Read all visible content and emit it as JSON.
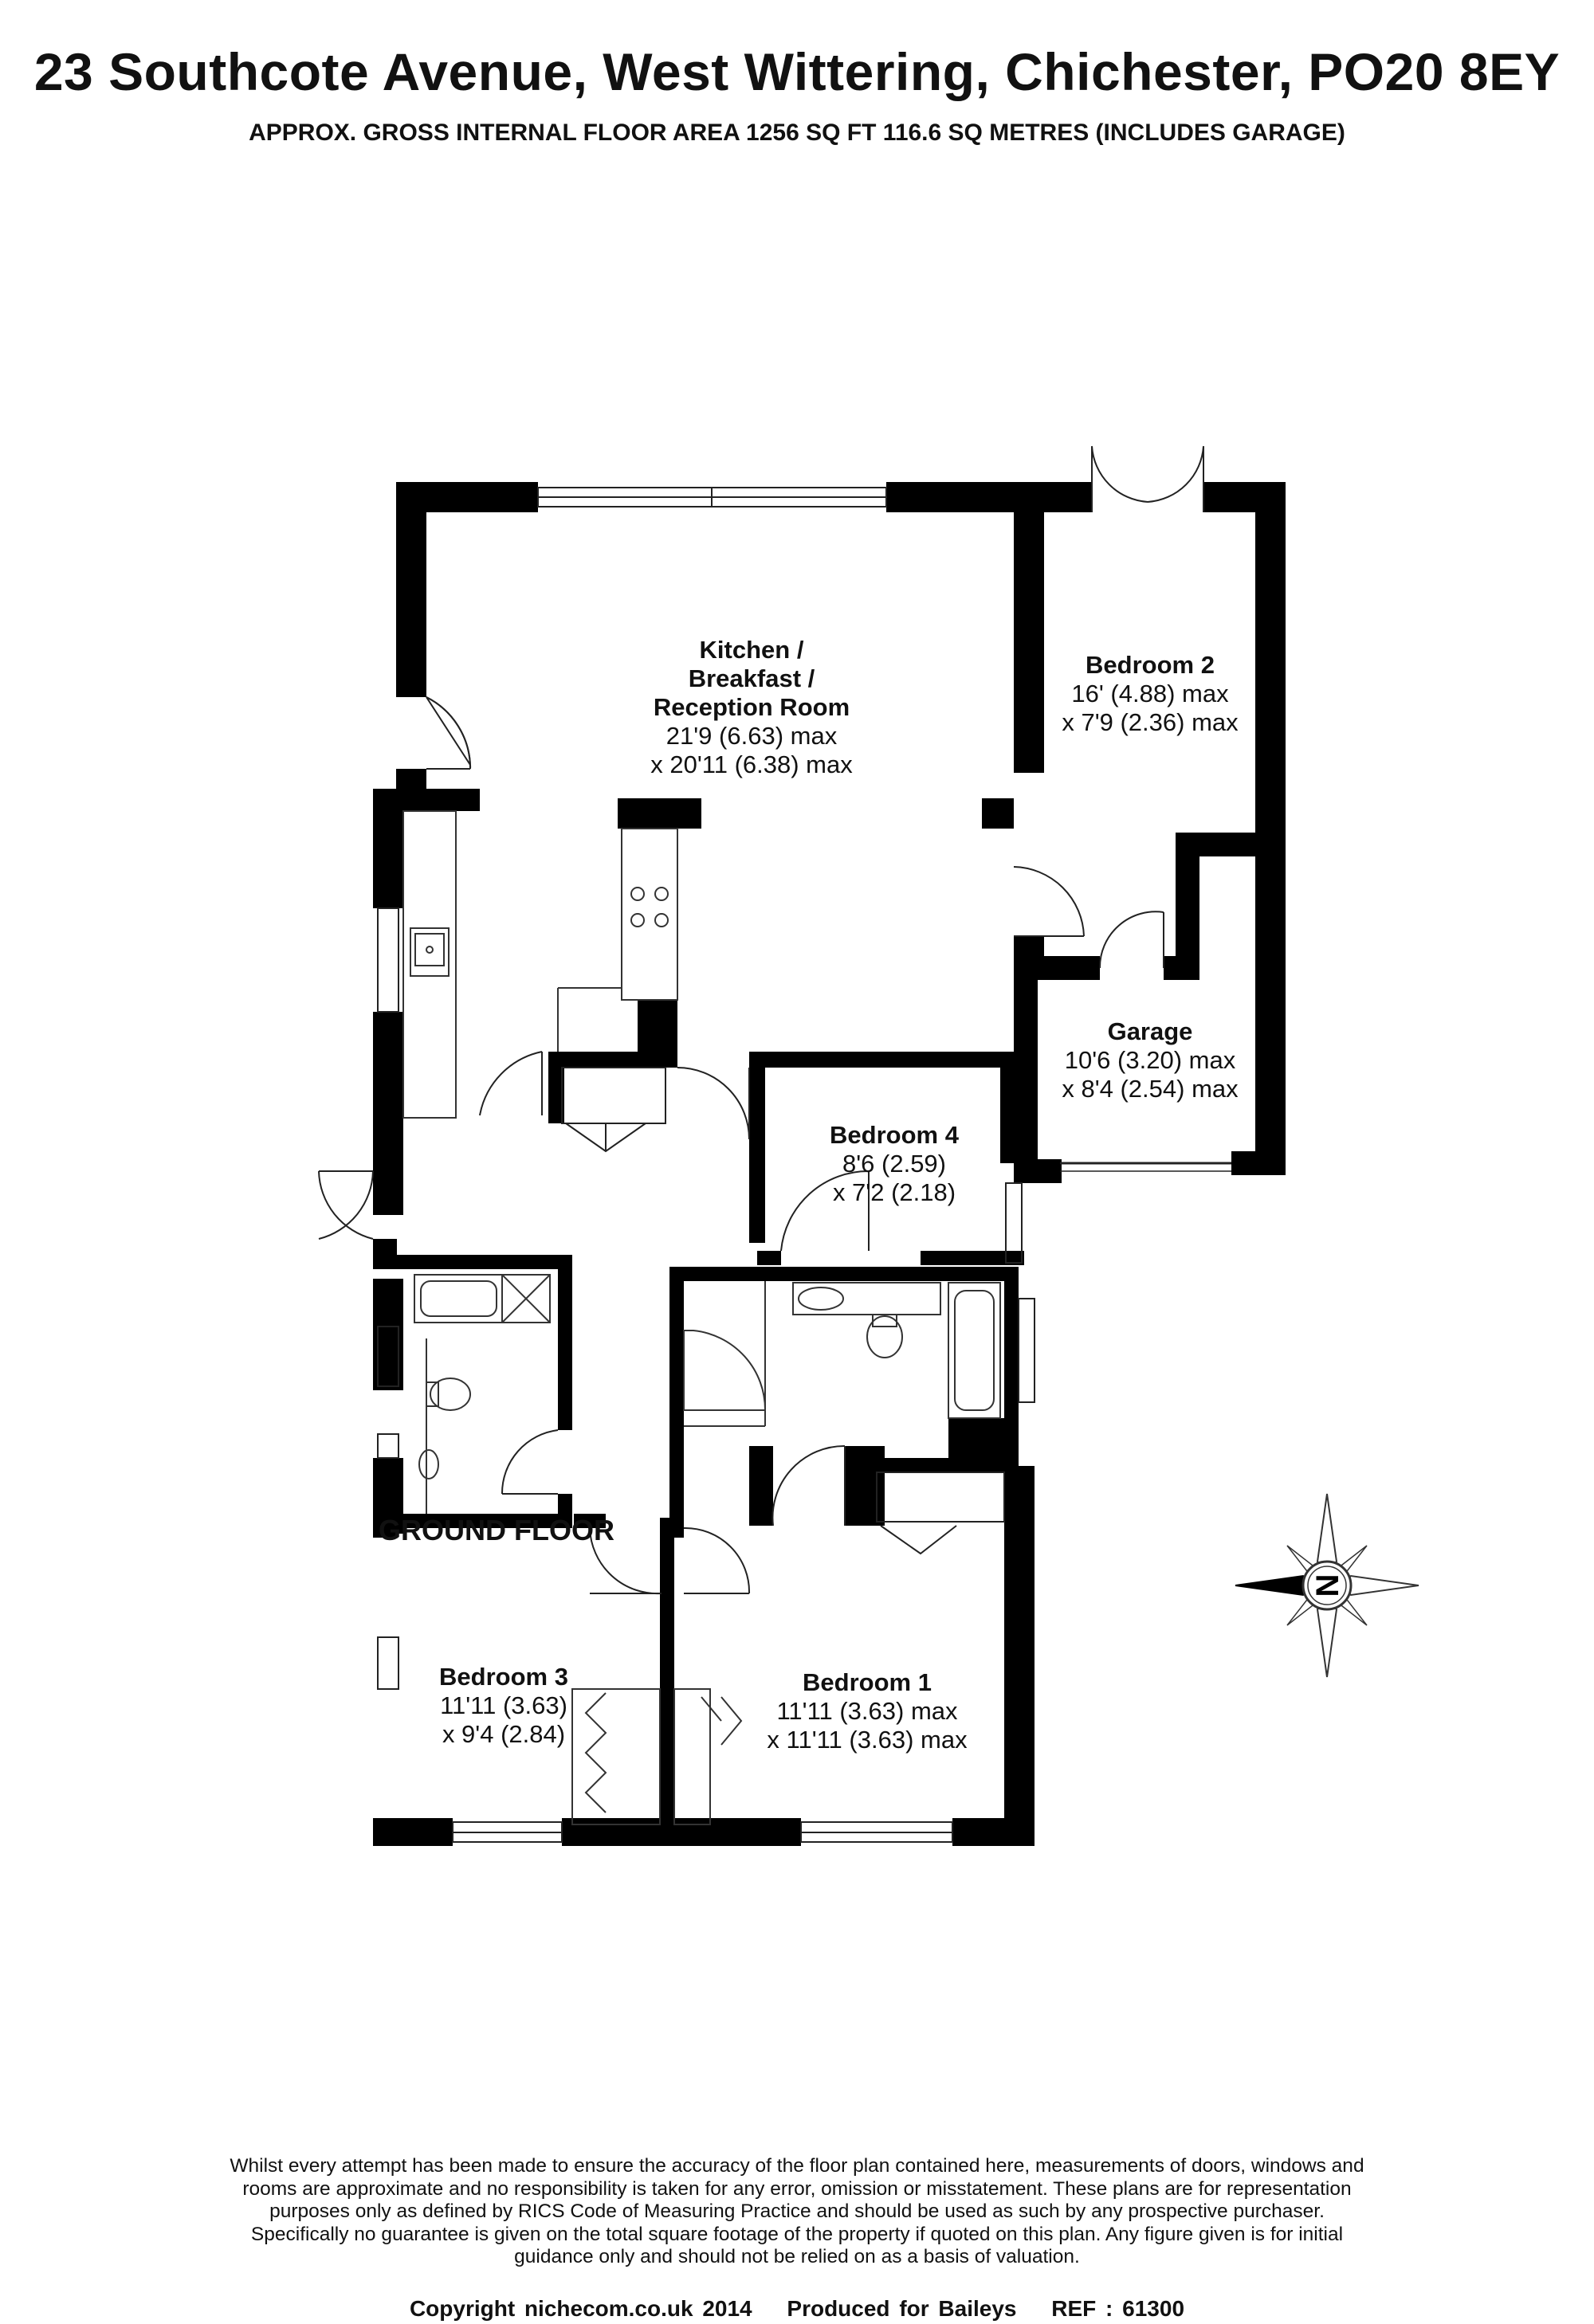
{
  "header": {
    "title": "23 Southcote Avenue, West Wittering, Chichester, PO20 8EY",
    "subtitle": "APPROX. GROSS INTERNAL FLOOR AREA 1256 SQ FT 116.6 SQ METRES (INCLUDES GARAGE)"
  },
  "rooms": {
    "kitchen": {
      "name_1": "Kitchen /",
      "name_2": "Breakfast /",
      "name_3": "Reception Room",
      "dim_1": "21'9 (6.63) max",
      "dim_2": "x 20'11 (6.38) max"
    },
    "bedroom2": {
      "name": "Bedroom 2",
      "dim_1": "16' (4.88) max",
      "dim_2": "x 7'9 (2.36) max"
    },
    "garage": {
      "name": "Garage",
      "dim_1": "10'6 (3.20) max",
      "dim_2": "x 8'4 (2.54) max"
    },
    "bedroom4": {
      "name": "Bedroom 4",
      "dim_1": "8'6 (2.59)",
      "dim_2": "x 7'2 (2.18)"
    },
    "bedroom3": {
      "name": "Bedroom 3",
      "dim_1": "11'11 (3.63)",
      "dim_2": "x 9'4 (2.84)"
    },
    "bedroom1": {
      "name": "Bedroom 1",
      "dim_1": "11'11 (3.63) max",
      "dim_2": "x 11'11 (3.63) max"
    }
  },
  "floor_label": "GROUND FLOOR",
  "compass": {
    "letter": "N"
  },
  "disclaimer": {
    "line_1": "Whilst every attempt has been made to ensure the accuracy of the floor plan contained here, measurements of doors, windows and",
    "line_2": "rooms are approximate and no responsibility is taken for any error, omission or misstatement. These plans are for representation",
    "line_3": "purposes only as defined by RICS Code of Measuring Practice and should be used as such by any prospective purchaser.",
    "line_4": "Specifically no guarantee is given on the total square footage of the property if quoted on this plan. Any figure given is for initial",
    "line_5": "guidance only and should not be relied on as a basis of valuation."
  },
  "footer": {
    "copyright": "Copyright nichecom.co.uk 2014",
    "produced": "Produced for Baileys",
    "ref": "REF : 61300"
  },
  "colors": {
    "wall": "#000000",
    "background": "#ffffff",
    "line": "#222222"
  }
}
